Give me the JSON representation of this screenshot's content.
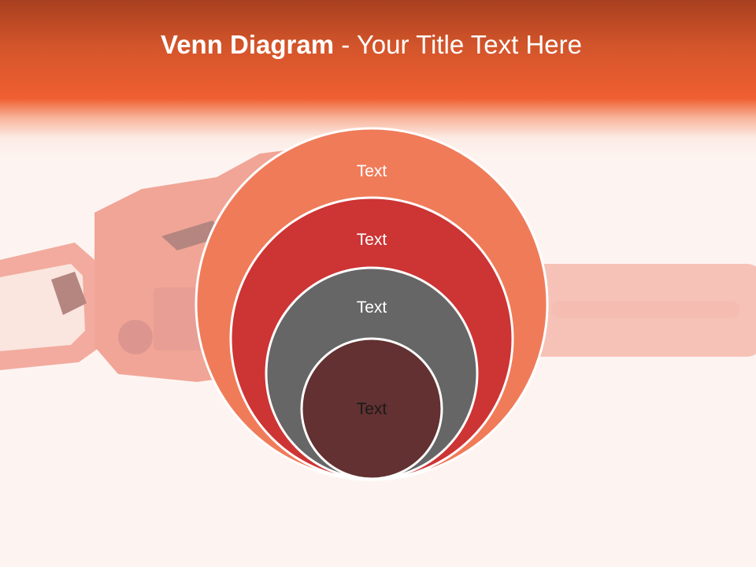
{
  "slide": {
    "title_bold": "Venn Diagram",
    "title_rest": " - Your Title Text Here"
  },
  "diagram": {
    "circles": [
      {
        "label": "Text",
        "fill": "#f07b59",
        "text_color": "#ffffff"
      },
      {
        "label": "Text",
        "fill": "#cd3434",
        "text_color": "#ffffff"
      },
      {
        "label": "Text",
        "fill": "#666666",
        "text_color": "#ffffff"
      },
      {
        "label": "Text",
        "fill": "#633131",
        "text_color": "#1a1a1a"
      }
    ]
  },
  "colors": {
    "header": "#ef5f31",
    "background": "#fdf4f1",
    "chainsaw": "#f08f7b"
  }
}
